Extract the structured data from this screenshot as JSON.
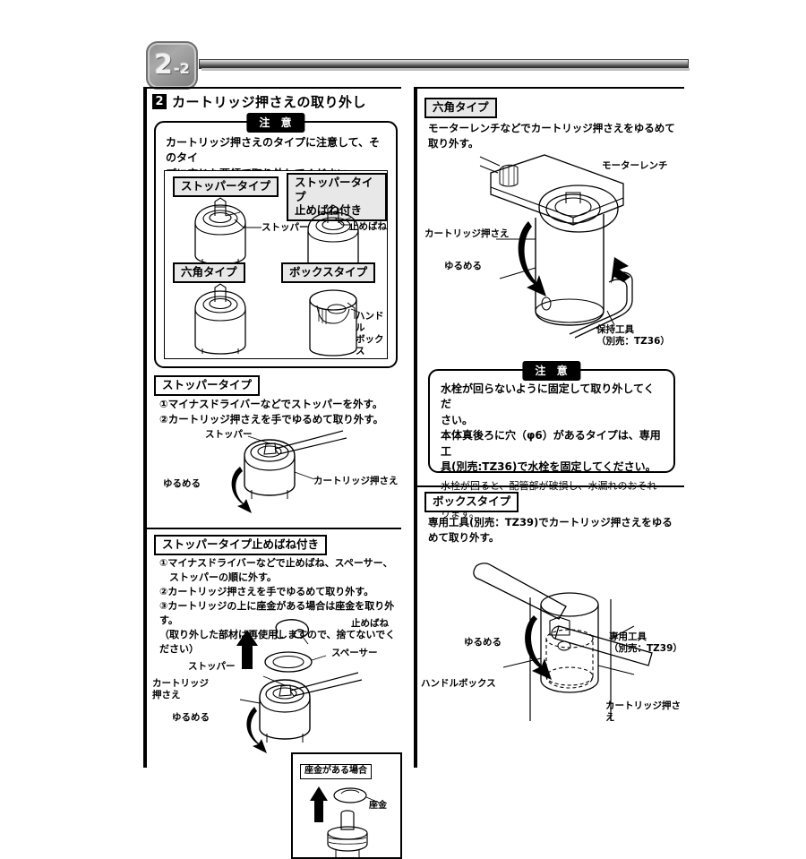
{
  "page": {
    "number": "2",
    "sub": "-2"
  },
  "section": {
    "num": "2",
    "title": "カートリッジ押さえの取り外し"
  },
  "caution_main": {
    "tag": "注 意",
    "text": "カートリッジ押さえのタイプに注意して、そのタイ\nプに応じた要領で取り外してください。"
  },
  "types": {
    "stopper": {
      "label": "ストッパータイプ",
      "callout": "ストッパー"
    },
    "stopper_spring": {
      "label": "ストッパータイプ\n止めばね付き",
      "callout": "止めばね"
    },
    "hex": {
      "label": "六角タイプ"
    },
    "box": {
      "label": "ボックスタイプ",
      "callout": "ハンドル\nボックス"
    }
  },
  "stopper_section": {
    "header": "ストッパータイプ",
    "steps": "①マイナスドライバーなどでストッパーを外す。\n②カートリッジ押さえを手でゆるめて取り外す。",
    "callouts": {
      "stopper": "ストッパー",
      "loosen": "ゆるめる",
      "cartridge_holder": "カートリッジ押さえ"
    }
  },
  "stopper_spring_section": {
    "header": "ストッパータイプ止めばね付き",
    "steps": "①マイナスドライバーなどで止めばね、スペーサー、\n　ストッパーの順に外す。\n②カートリッジ押さえを手でゆるめて取り外す。\n③カートリッジの上に座金がある場合は座金を取り外す。\n（取り外した部材は再使用しますので、捨てないでください）",
    "callouts": {
      "spring": "止めばね",
      "spacer": "スペーサー",
      "stopper": "ストッパー",
      "cartridge_holder": "カートリッジ\n押さえ",
      "loosen": "ゆるめる"
    },
    "inset": {
      "header": "座金がある場合",
      "callout": "座金"
    }
  },
  "hex_section": {
    "header": "六角タイプ",
    "text": "モーターレンチなどでカートリッジ押さえをゆるめて\n取り外す。",
    "callouts": {
      "wrench": "モーターレンチ",
      "cartridge_holder": "カートリッジ押さえ",
      "loosen": "ゆるめる",
      "holding_tool": "保持工具\n（別売：TZ36）"
    }
  },
  "caution_hex": {
    "tag": "注 意",
    "line1": "水栓が回らないように固定して取り外してくだ",
    "line2": "さい。",
    "line3": "本体真後ろに穴（φ6）があるタイプは、専用工",
    "line4": "具(別売:TZ36)で水栓を固定してください。",
    "note": "水栓が回ると、配管部が破損し、水漏れのおそれがあ\nります。"
  },
  "box_section": {
    "header": "ボックスタイプ",
    "text": "専用工具(別売：TZ39)でカートリッジ押さえをゆる\nめて取り外す。",
    "callouts": {
      "loosen": "ゆるめる",
      "special_tool": "専用工具\n（別売：TZ39）",
      "handle_box": "ハンドルボックス",
      "cartridge_holder": "カートリッジ押さえ"
    }
  },
  "colors": {
    "ink": "#000000",
    "badge": "#9a9a9a",
    "shade": "#e8e8e8"
  }
}
